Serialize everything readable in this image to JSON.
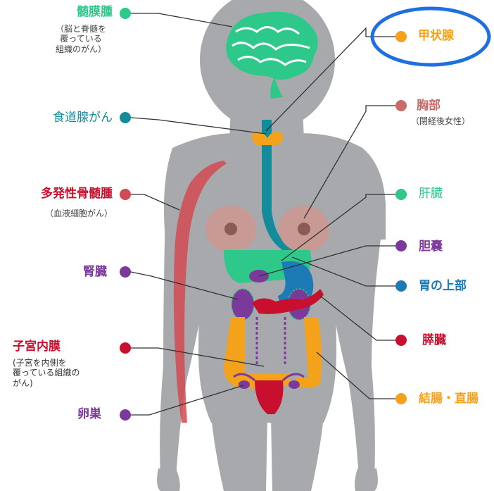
{
  "labels": {
    "meningioma": {
      "name": "髄膜腫",
      "note": "（脳と脊髄を\n覆っている\n組織のがん）",
      "color": "#2ec88a"
    },
    "esophagus": {
      "name": "食道腺がん",
      "color": "#138b9a"
    },
    "myeloma": {
      "name": "多発性骨髄腫",
      "note": "（血液細胞がん）",
      "color": "#d24a52"
    },
    "kidney": {
      "name": "腎臓",
      "color": "#7b3a9a"
    },
    "endometrium": {
      "name": "子宮内膜",
      "note": "(子宮を内側を\n覆っている組織の\nがん)",
      "color": "#c8102e"
    },
    "ovary": {
      "name": "卵巣",
      "color": "#7b3a9a"
    },
    "thyroid": {
      "name": "甲状腺",
      "color": "#f4a11c"
    },
    "breast": {
      "name": "胸部",
      "note": "（閉経後女性）",
      "color": "#c96b6b"
    },
    "liver": {
      "name": "肝臓",
      "color": "#2ec88a"
    },
    "gallbladder": {
      "name": "胆嚢",
      "color": "#7b3a9a"
    },
    "stomach": {
      "name": "胃の上部",
      "color": "#1c7ab5"
    },
    "pancreas": {
      "name": "膵臓",
      "color": "#c8102e"
    },
    "colorectum": {
      "name": "結腸・直腸",
      "color": "#f4a11c"
    }
  },
  "colors": {
    "body": "#a7a9ac",
    "highlight_ring": "#1e6fe0",
    "leader_line": "#333333"
  }
}
